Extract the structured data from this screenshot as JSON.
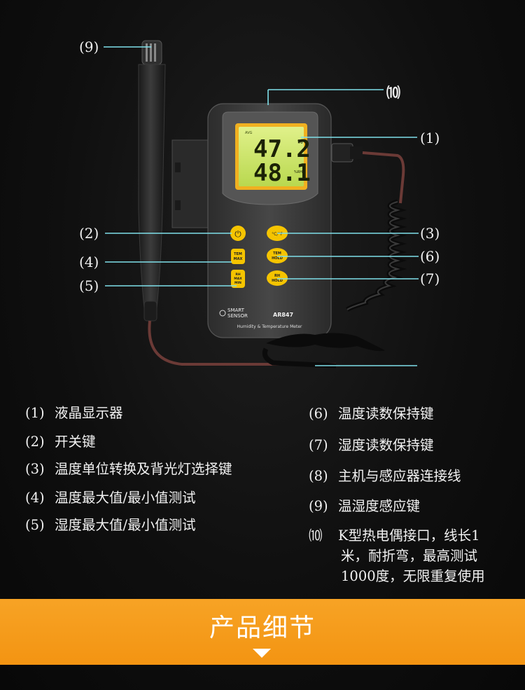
{
  "callouts": {
    "c9": "(9)",
    "c10": "⑽",
    "c1": "(1)",
    "c2": "(2)",
    "c3": "(3)",
    "c4": "(4)",
    "c6": "(6)",
    "c5": "(5)",
    "c7": "(7)"
  },
  "device": {
    "display_top": "47.2",
    "display_bottom": "48.1",
    "display_pct": "%",
    "display_avg": "AVG",
    "display_rh": "%RH",
    "btn_power": "⏻",
    "btn_unit": "°C/°F",
    "btn_tem_max_1": "TEM",
    "btn_tem_max_2": "MAX",
    "btn_tem_hold_1": "TEM",
    "btn_tem_hold_2": "HOLD",
    "btn_rh_max_1": "RH",
    "btn_rh_max_2": "MAX",
    "btn_rh_max_3": "MIN",
    "btn_rh_hold_1": "RH",
    "btn_rh_hold_2": "HOLD",
    "brand_1": "SMART",
    "brand_2": "SENSOR",
    "model": "AR847",
    "subtitle": "Humidity & Temperature Meter"
  },
  "descriptions": {
    "d1_num": "(1)",
    "d1_text": "液晶显示器",
    "d2_num": "(2)",
    "d2_text": "开关键",
    "d3_num": "(3)",
    "d3_text": "温度单位转换及背光灯选择键",
    "d4_num": "(4)",
    "d4_text": "温度最大值/最小值测试",
    "d5_num": "(5)",
    "d5_text": "湿度最大值/最小值测试",
    "d6_num": "(6)",
    "d6_text": "温度读数保持键",
    "d7_num": "(7)",
    "d7_text": "湿度读数保持键",
    "d8_num": "(8)",
    "d8_text": "主机与感应器连接线",
    "d9_num": "(9)",
    "d9_text": "温湿度感应键",
    "d10_num": "⑽",
    "d10_line1": "K型热电偶接口，线长1",
    "d10_line2": "米，耐折弯，最高测试",
    "d10_line3": "1000度，无限重复使用"
  },
  "banner": {
    "title": "产品细节"
  },
  "colors": {
    "banner": "#f39412",
    "lcd": "#cfe86a",
    "button": "#f5c400",
    "body": "#3a3a3a"
  }
}
